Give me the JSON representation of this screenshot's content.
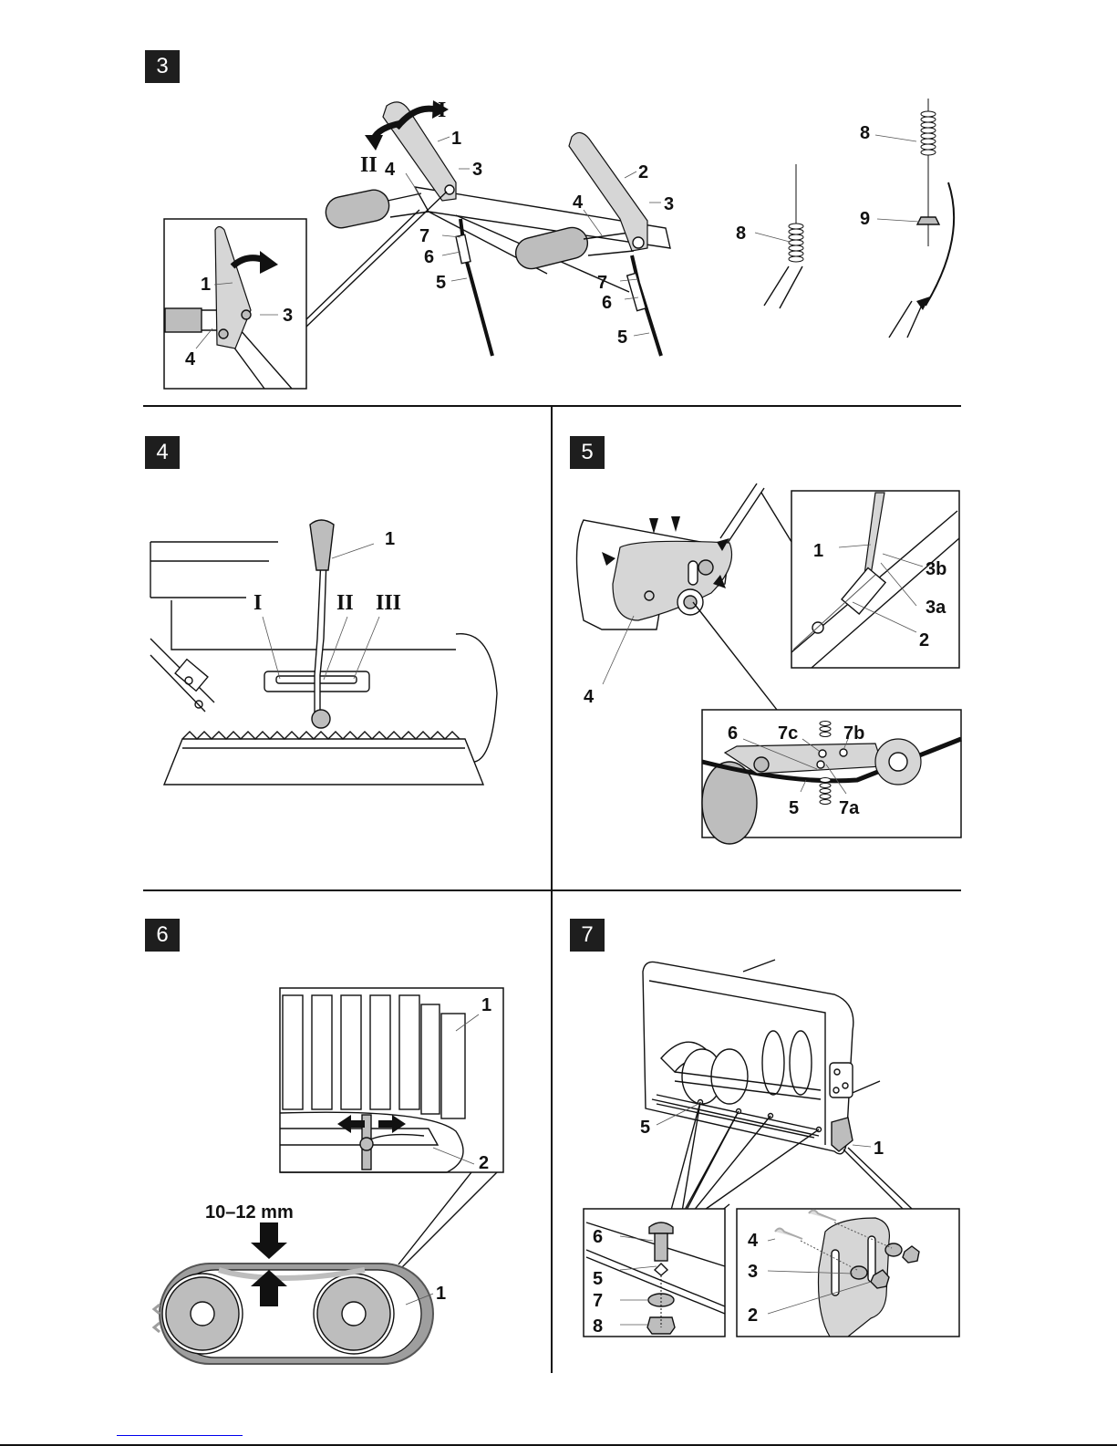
{
  "page": {
    "type": "instruction manual illustration page",
    "subject": "snow blower assembly and adjustment figures"
  },
  "figures": [
    {
      "number": "3",
      "callouts": [
        "1",
        "2",
        "3",
        "3",
        "3",
        "4",
        "4",
        "4",
        "5",
        "5",
        "6",
        "6",
        "7",
        "7",
        "8",
        "8",
        "9"
      ],
      "direction_labels": [
        "I",
        "II"
      ]
    },
    {
      "number": "4",
      "callouts": [
        "1"
      ],
      "gear_labels": [
        "I",
        "II",
        "III"
      ]
    },
    {
      "number": "5",
      "callouts": [
        "1",
        "2",
        "3a",
        "3b",
        "4",
        "5",
        "6",
        "7a",
        "7b",
        "7c"
      ]
    },
    {
      "number": "6",
      "callouts": [
        "1",
        "1",
        "2"
      ],
      "measurement": "10–12 mm"
    },
    {
      "number": "7",
      "callouts": [
        "1",
        "2",
        "3",
        "4",
        "5",
        "5",
        "6",
        "7",
        "8"
      ]
    }
  ],
  "labels": {
    "f3": {
      "n1a": "1",
      "n1b": "1",
      "n2": "2",
      "n3a": "3",
      "n3b": "3",
      "n3c": "3",
      "n4a": "4",
      "n4b": "4",
      "n4c": "4",
      "n5a": "5",
      "n5b": "5",
      "n6a": "6",
      "n6b": "6",
      "n7a": "7",
      "n7b": "7",
      "n8a": "8",
      "n8b": "8",
      "n9": "9",
      "dirI": "I",
      "dirII": "II"
    },
    "f4": {
      "n1": "1",
      "gI": "I",
      "gII": "II",
      "gIII": "III"
    },
    "f5": {
      "n1": "1",
      "n2": "2",
      "n3a": "3a",
      "n3b": "3b",
      "n4": "4",
      "n5": "5",
      "n6": "6",
      "n7a": "7a",
      "n7b": "7b",
      "n7c": "7c"
    },
    "f6": {
      "n1a": "1",
      "n1b": "1",
      "n2": "2",
      "mm": "10–12 mm"
    },
    "f7": {
      "n1": "1",
      "n2": "2",
      "n3": "3",
      "n4": "4",
      "n5a": "5",
      "n5b": "5",
      "n6": "6",
      "n7": "7",
      "n8": "8"
    }
  },
  "colors": {
    "figure_badge_bg": "#1e1e1e",
    "figure_badge_fg": "#ffffff",
    "part_fill": "#bdbdbd",
    "link": "#0000ee"
  }
}
